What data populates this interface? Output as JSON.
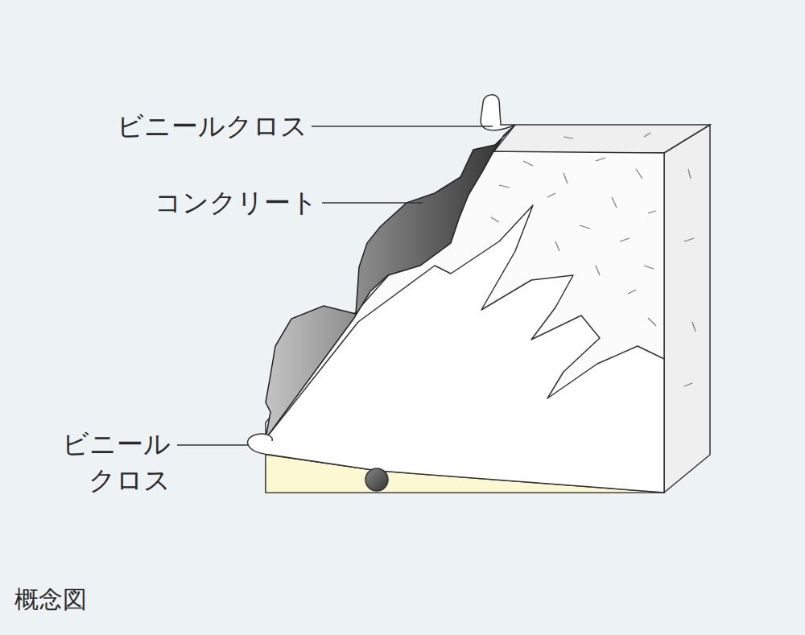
{
  "diagram": {
    "caption": "概念図",
    "labels": [
      "ビニールクロス",
      "コンクリート",
      "ビニール クロス"
    ]
  }
}
